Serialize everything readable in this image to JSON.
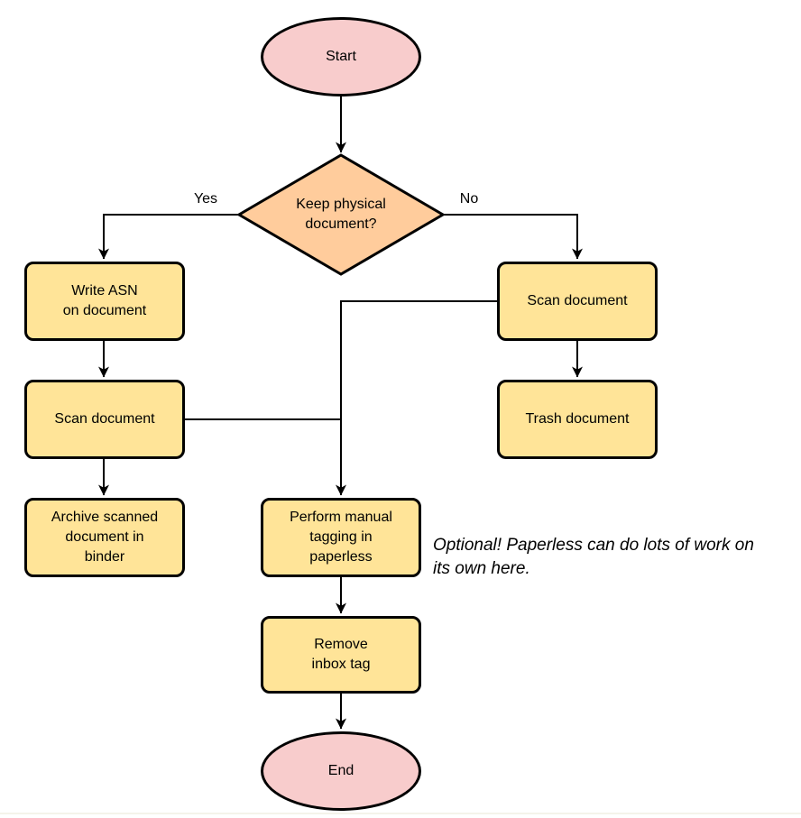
{
  "colors": {
    "terminal_fill": "#F8CCCC",
    "process_fill": "#FFE498",
    "decision_fill": "#FFCC9C",
    "stroke": "#000000",
    "bottom_rule": "#F4F3EA"
  },
  "nodes": {
    "start": "Start",
    "decision": "Keep physical\ndocument?",
    "write_asn": "Write ASN\non document",
    "scan_left": "Scan document",
    "archive": "Archive scanned\ndocument in\nbinder",
    "scan_right": "Scan document",
    "trash": "Trash document",
    "tagging": "Perform manual\ntagging in\npaperless",
    "remove_inbox": "Remove\ninbox tag",
    "end": "End"
  },
  "edge_labels": {
    "yes": "Yes",
    "no": "No"
  },
  "annotation": {
    "text": "Optional! Paperless can do lots of work on\nits own here."
  }
}
